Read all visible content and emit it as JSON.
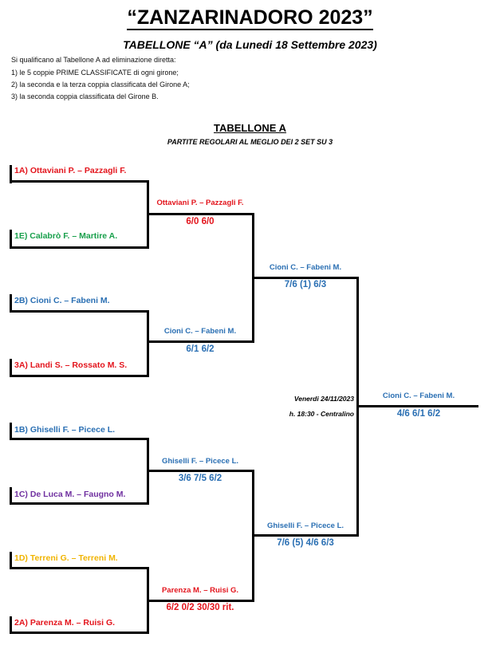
{
  "header": {
    "title": "“ZANZARINADORO   2023”",
    "subtitle": "TABELLONE “A” (da Lunedi 18 Settembre 2023)",
    "intro": [
      "Si qualificano al Tabellone A ad eliminazione diretta:",
      "1) le 5 coppie PRIME CLASSIFICATE di ogni girone;",
      "2) la seconda e la terza coppia classificata del Girone A;",
      "3) la seconda coppia classificata del Girone B."
    ],
    "bracket_title": "TABELLONE A",
    "bracket_subtitle": "PARTITE REGOLARI AL MEGLIO DEI 2 SET SU 3"
  },
  "colors": {
    "red": "#e3141c",
    "green": "#19a04c",
    "blue": "#2a6fb3",
    "purple": "#7030a0",
    "yellow": "#f0b400"
  },
  "round1": [
    "1A) Ottaviani P. – Pazzagli F.",
    "1E) Calabrò F. – Martire A.",
    "2B) Cioni C. – Fabeni M.",
    "3A) Landi S. – Rossato M. S.",
    "1B) Ghiselli F. – Picece L.",
    "1C) De Luca M. – Faugno M.",
    "1D) Terreni G. – Terreni M.",
    "2A) Parenza M. – Ruisi G."
  ],
  "round2": [
    {
      "winner": "Ottaviani P. – Pazzagli F.",
      "score": "6/0   6/0"
    },
    {
      "winner": "Cioni C. – Fabeni M.",
      "score": "6/1   6/2"
    },
    {
      "winner": "Ghiselli F. – Picece L.",
      "score": "3/6   7/5   6/2"
    },
    {
      "winner": "Parenza M. – Ruisi G.",
      "score": "6/2   0/2   30/30 rit."
    }
  ],
  "round3": [
    {
      "winner": "Cioni C. – Fabeni M.",
      "score": "7/6 (1)   6/3"
    },
    {
      "winner": "Ghiselli F. – Picece L.",
      "score": "7/6 (5)   4/6   6/3"
    }
  ],
  "final": {
    "date": "Venerdi 24/11/2023",
    "time_place": "h. 18:30 - Centralino",
    "winner": "Cioni C. – Fabeni M.",
    "score": "4/6   6/1   6/2"
  }
}
